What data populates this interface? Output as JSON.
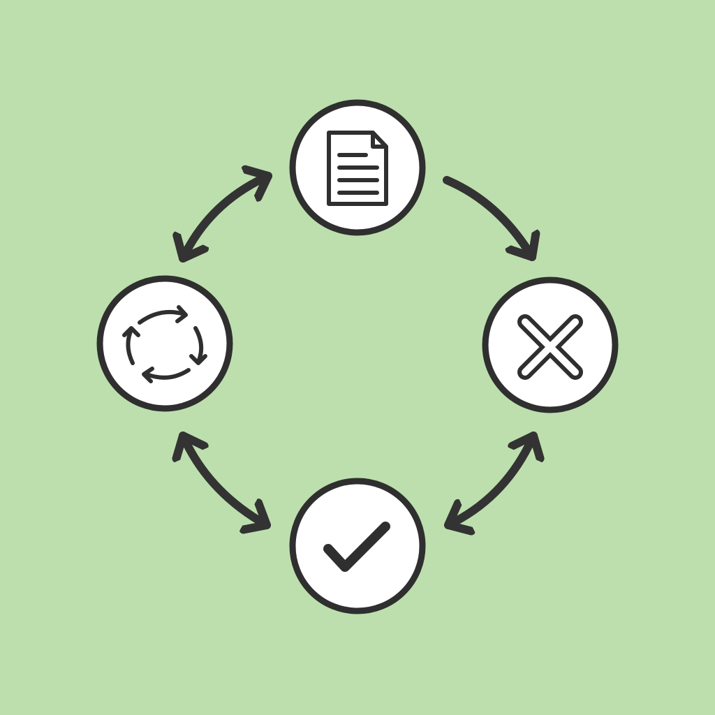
{
  "diagram": {
    "background_color": "#bddfae",
    "stroke_color": "#2f2f2f",
    "node_fill": "#ffffff",
    "nodes": [
      {
        "id": "document",
        "icon": "document-icon"
      },
      {
        "id": "reject",
        "icon": "x-mark-icon"
      },
      {
        "id": "approve",
        "icon": "checkmark-icon"
      },
      {
        "id": "cycle",
        "icon": "refresh-cycle-icon"
      }
    ],
    "edges": [
      {
        "from": "document",
        "to": "reject",
        "direction": "one-way"
      },
      {
        "from": "reject",
        "to": "approve",
        "direction": "two-way"
      },
      {
        "from": "approve",
        "to": "cycle",
        "direction": "two-way"
      },
      {
        "from": "cycle",
        "to": "document",
        "direction": "two-way"
      }
    ]
  }
}
